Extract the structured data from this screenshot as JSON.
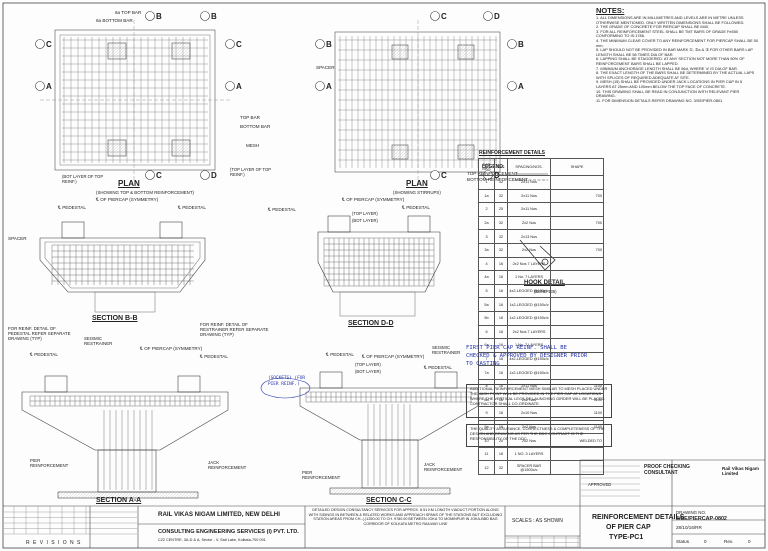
{
  "plan_left": {
    "top_bar_label": "6a TOP BAR",
    "bottom_bar_label": "6a BOTTOM BAR",
    "title": "PLAN",
    "subtitle": "(SHOWING TOP & BOTTOM REINFORCEMENT)",
    "callout_left": "(BOT LAYER OF TOP REINF.)",
    "callout_right": "(TOP LAYER OF TOP REINF.)",
    "top_bar_right": "TOP BAR",
    "bottom_bar_right": "BOTTOM BAR",
    "mesh": "MESH"
  },
  "plan_right": {
    "title": "PLAN",
    "subtitle": "(SHOWING STIRRUPS)",
    "spacer": "SPACER"
  },
  "section_marks": [
    "B",
    "C",
    "D",
    "A"
  ],
  "sections": {
    "bb": "SECTION B-B",
    "dd": "SECTION D-D",
    "aa": "SECTION A-A",
    "cc": "SECTION C-C"
  },
  "section_labels": {
    "cl_piercap": "℄ OF PIERCAP (SYMMETRY)",
    "cl_pedestal": "℄ PEDESTAL",
    "spacer": "SPACER",
    "seismic": "SEISMIC RESTRAINER",
    "for_reinf_left": "FOR REINF. DETAIL OF PEDESTAL REFER SEPARATE DRAWING (TYP)",
    "for_reinf_right": "FOR REINF. DETAIL OF RESTRAINER REFER SEPARATE DRAWING (TYP)",
    "top_layer": "(TOP LAYER)",
    "bot_layer": "(BOT LAYER)",
    "pier_reinf": "PIER REINFORCEMENT",
    "jack_reinf": "JACK REINFORCEMENT"
  },
  "legend": {
    "title": "LEGEND:",
    "top": "TOP REINFORCEMENT",
    "bottom": "BOTTOM REINFORCEMENT"
  },
  "hook": {
    "title": "HOOK DETAIL",
    "sub": "(BEND 135)"
  },
  "notes": {
    "title": "NOTES:",
    "items": [
      "1. ALL DIMENSIONS ARE IN MILLIMETRES AND LEVELS ARE IN METRE UNLESS OTHERWISE MENTIONED. ONLY WRITTEN DIMENSIONS SHALL BE FOLLOWED.",
      "2. THE GRADE OF CONCRETE FOR PIERCAP SHALL BE M40.",
      "3. FOR ALL REINFORCEMENT STEEL SHALL BE TMT BARS OF GRADE Fe550 CONFORMING TO IS:1786.",
      "4. THE MINIMUM CLEAR COVER TO ANY REINFORCEMENT FOR PIERCAP SHALL BE 50 mm.",
      "5. LAP SHOULD NOT BE PROVIDED IN BAR MARK ①, ②a & ③ FOR OTHER BARS LAP LENGTH SHALL BE 56 TIMES DIA OF BAR.",
      "6. LAPPING SHALL BE STAGGERED. AT ANY SECTION NOT MORE THAN 50% OF REINFORCEMENT BARS SHALL BE LAPPED.",
      "7. MINIMUM ANCHORAGE LENGTH SHALL BE 56d, WHERE 'd' IS DIA OF BAR.",
      "8. THE EXACT LENGTH OF THE BARS SHALL BE DETERMINED BY THE ACTUAL LAPS WITH SPLICES OF REQUIRED ADEQUATE AT SITE.",
      "9. MESH (15) SHALL BE PROVIDED UNDER JACK LOCATIONS IN PIER CAP IN 5 LAYERS AT 25mm AND 100mm BELOW THE TOP FACE OF CONCRETE.",
      "10. THIS DRAWING SHALL BE READ IN CONJUNCTION WITH RELEVANT PIER DRAWING.",
      "11. FOR DIMENSION DETAILS REFER DRAWING NO. 3/SE/PIER-0801"
    ]
  },
  "rebar_table": {
    "title": "REINFORCEMENT DETAILS",
    "headers": [
      "BAR MKS",
      "DIA.",
      "SPACING/NOS.",
      "SHAPE"
    ],
    "rows": [
      [
        "1",
        "32",
        "2x11 Nos",
        ""
      ],
      [
        "1a",
        "32",
        "2x11 Nos",
        "700"
      ],
      [
        "2",
        "25",
        "2x11 Nos",
        ""
      ],
      [
        "2a",
        "32",
        "2x2 Nos",
        "700"
      ],
      [
        "3",
        "32",
        "2x13 Nos",
        ""
      ],
      [
        "3a",
        "32",
        "2x2 Nos",
        "700"
      ],
      [
        "4",
        "16",
        "2x2 Nos 7 LAYERS",
        ""
      ],
      [
        "4a",
        "16",
        "1 No. 7 LAYERS",
        ""
      ],
      [
        "5",
        "16",
        "4x2-LEGGED @150c/c",
        ""
      ],
      [
        "5a",
        "16",
        "1x2-LEGGED @150c/c",
        ""
      ],
      [
        "5b",
        "16",
        "1x2-LEGGED @150c/c",
        ""
      ],
      [
        "6",
        "16",
        "2x2 Nos 7 LAYERS",
        ""
      ],
      [
        "6a",
        "16",
        "1 No. 7 LAYERS",
        ""
      ],
      [
        "7",
        "16",
        "4x2-LEGGED @150c/c",
        ""
      ],
      [
        "7a",
        "16",
        "1x2-LEGGED @150c/c",
        ""
      ],
      [
        "8",
        "16",
        "2x11 Nos",
        "1100"
      ],
      [
        "8a",
        "16",
        "2x2 Nos",
        "1100"
      ],
      [
        "9",
        "16",
        "2x10 Nos",
        "1100"
      ],
      [
        "9a",
        "16",
        "2x2 Nos",
        "1100"
      ],
      [
        "10",
        "20",
        "2x2 Nos",
        "WELDED TO"
      ],
      [
        "11",
        "16",
        "1 NO. 3 LAYERS",
        ""
      ],
      [
        "12",
        "32",
        "SPACER BAR @1500c/c",
        ""
      ]
    ]
  },
  "additional_note": "ADDITIONAL REINFORCEMENT MESH SIMILAR TO MESH PLACED UNDER THE JACK POINT WILL BE PROVIDED IN THE PIER CAP AT LOCATIONS WHERE THE VERTICAL LEGS OF LAUNCHING GIRDER WILL BE PLACED. CONTRACTOR SHALL CO-ORDINATE.",
  "quality_note": "THE QUALITY ASSURANCE, CORRECTNESS & COMPLETENESS OF THE DESIGN AND DRAWING AS PER THE DDC CONTRACT IS THE RESPONSIBILITY OF THE DDC.",
  "handwritten": {
    "main": "FIRST PIER CAP REINF. SHALL BE CHECKED & APPROVED BY DESIGNER PRIOR TO CASTING",
    "side": "(SOCKETS) (FOR PIER REINF.)"
  },
  "title_block": {
    "client": "RAIL VIKAS NIGAM LIMITED, NEW DELHI",
    "consultant": "CONSULTING ENGINEERING SERVICES (I) PVT. LTD.",
    "consultant_addr": "C22 CENTRE, 3A-D & A, Sector - V, Salt Lake, Kolkata-700 091",
    "description": "DETAILED DESIGN CONSULTANCY SERVICES FOR APPROX. 8.51 KM LONGTH VIADUCT PORTION ALONG WITH SIDINGS IN BETWEEN & RELATED WORKS AND APPROACH SPANS OF THE STATIONS BUT EXCLUDING STATION AREAS FROM CH.-(-)1250.00 TO CH. 9780.00 BETWEEN JOKA TO MOMINPUR IN JOKA-BBD BAG CORRIDOR OF KOLKATA METRO RAILWAY LINE",
    "scale": "SCALES : AS SHOWN",
    "drawing_title_1": "REINFORCEMENT DETAILS",
    "drawing_title_2": "OF PIER CAP",
    "drawing_title_3": "TYPE-PC1",
    "drawing_no_label": "DRAWING NO.",
    "drawing_no": "3/SE/PIERCAP-0802",
    "date": "28/10/16/RR",
    "status_label": "Status",
    "status": "0",
    "rev_label": "Rev.",
    "rev": "0",
    "revisions": "R E V I S I O N S",
    "proof": "PROOF CHECKING CONSULTANT",
    "rvnl": "Rail Vikas Nigam Limited",
    "approved": "APPROVED"
  }
}
